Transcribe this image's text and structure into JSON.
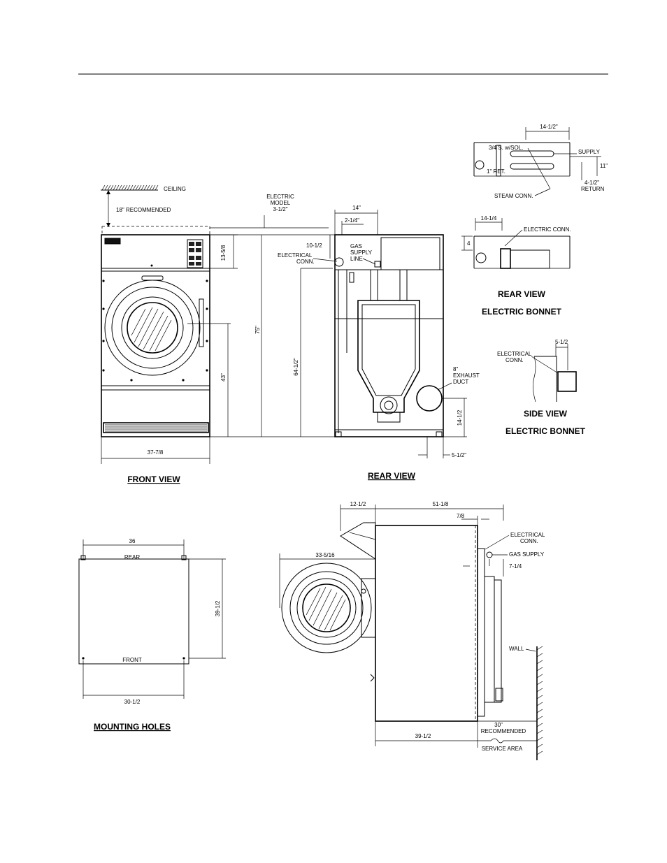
{
  "titles": {
    "front_view": "FRONT VIEW",
    "rear_view_main": "REAR VIEW",
    "rear_view_bonnet": "REAR VIEW",
    "electric_bonnet_1": "ELECTRIC BONNET",
    "side_view": "SIDE VIEW",
    "electric_bonnet_2": "ELECTRIC BONNET",
    "mounting_holes": "MOUNTING HOLES"
  },
  "front": {
    "ceiling": "CEILING",
    "recommended": "18\" RECOMMENDED",
    "dim_13_5_8": "13-5/8",
    "dim_75": "75\"",
    "dim_43": "43\"",
    "dim_37_7_8": "37-7/8"
  },
  "rear": {
    "electric_model_1": "ELECTRIC",
    "electric_model_2": "MODEL",
    "electric_model_3": "3-1/2\"",
    "dim_14": "14\"",
    "dim_2_1_4": "2-1/4\"",
    "dim_10_1_2": "10-1/2",
    "electrical_conn_1": "ELECTRICAL",
    "electrical_conn_2": "CONN.",
    "gas_1": "GAS",
    "gas_2": "SUPPLY",
    "gas_3": "LINE",
    "dim_64_1_2": "64-1/2\"",
    "exhaust_1": "8\"",
    "exhaust_2": "EXHAUST",
    "exhaust_3": "DUCT",
    "dim_14_1_2": "14-1/2",
    "dim_5_1_2": "5-1/2\""
  },
  "steam": {
    "dim_14_1_2": "14-1/2\"",
    "sol": "3/4 S. w/SOL.",
    "ret": "1\" RET.",
    "supply": "SUPPLY",
    "dim_11": "11\"",
    "dim_4_1_2": "4-1/2\"",
    "return": "RETURN",
    "steam_conn": "STEAM CONN."
  },
  "bonnet_rear": {
    "dim_14_1_4": "14-1/4",
    "electric_conn": "ELECTRIC CONN.",
    "dim_4": "4"
  },
  "bonnet_side": {
    "dim_5_1_2": "5-1/2",
    "electrical_1": "ELECTRICAL",
    "electrical_2": "CONN."
  },
  "mounting": {
    "dim_36": "36",
    "rear": "REAR",
    "front": "FRONT",
    "dim_39_1_2": "39-1/2",
    "dim_30_1_2": "30-1/2"
  },
  "side": {
    "dim_12_1_2": "12-1/2",
    "dim_51_1_8": "51-1/8",
    "dim_7_8": "7/8",
    "dim_33_5_16": "33-5/16",
    "electrical_1": "ELECTRICAL",
    "electrical_2": "CONN.",
    "gas_supply": "GAS SUPPLY",
    "dim_7_1_4": "7-1/4",
    "wall": "WALL",
    "rec_1": "30\"",
    "rec_2": "RECOMMENDED",
    "dim_39_1_2": "39-1/2",
    "service_area": "SERVICE AREA"
  }
}
